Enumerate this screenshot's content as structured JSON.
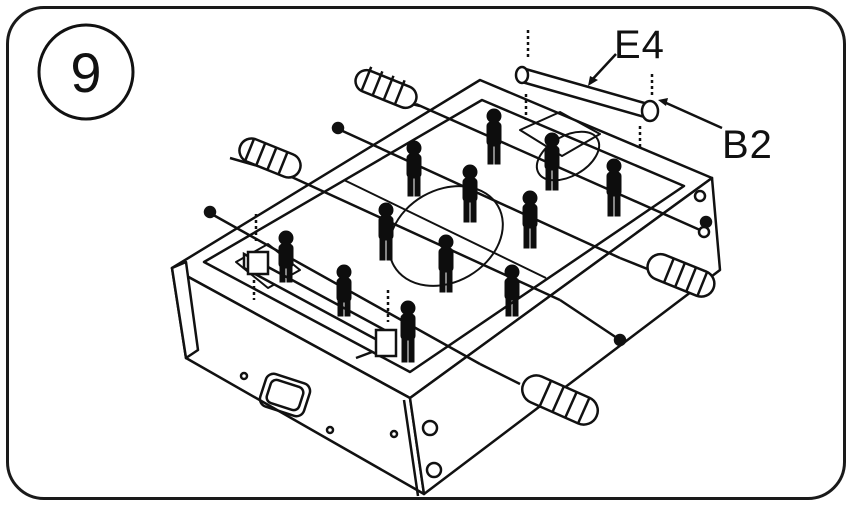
{
  "step": {
    "number": "9"
  },
  "callouts": [
    {
      "label": "E4"
    },
    {
      "label": "B2"
    }
  ],
  "colors": {
    "ink": "#111111",
    "paper": "#ffffff",
    "player": "#0d0d0d"
  }
}
